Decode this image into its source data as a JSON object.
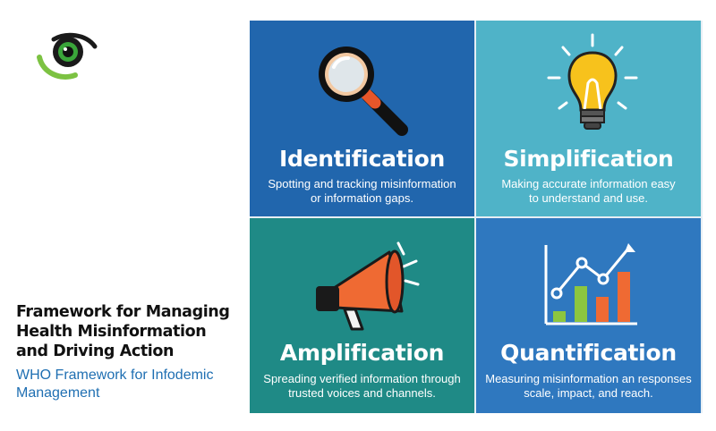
{
  "header": {
    "title": "Framework for Managing\nHealth Misinformation\nand Driving Action",
    "subtitle": "WHO Framework for Infodemic\nManagement"
  },
  "logo": {
    "icon": "eye-icon",
    "colors": {
      "pupil": "#1a1a1a",
      "iris": "#3aa53a",
      "swoosh": "#7cc242"
    }
  },
  "cards": [
    {
      "title": "Identification",
      "description": "Spotting and tracking misinformation\nor information gaps.",
      "icon": "magnifying-glass-icon",
      "color": "#2166ad"
    },
    {
      "title": "Simplification",
      "description": "Making accurate information easy\nto understand and use.",
      "icon": "lightbulb-icon",
      "color": "#4fb3c8"
    },
    {
      "title": "Amplification",
      "description": "Spreading verified information through\ntrusted voices and channels.",
      "icon": "megaphone-icon",
      "color": "#1f8a86"
    },
    {
      "title": "Quantification",
      "description": "Measuring misinformation an responses\nscale, impact, and reach.",
      "icon": "bar-chart-icon",
      "color": "#2f78bf"
    }
  ]
}
